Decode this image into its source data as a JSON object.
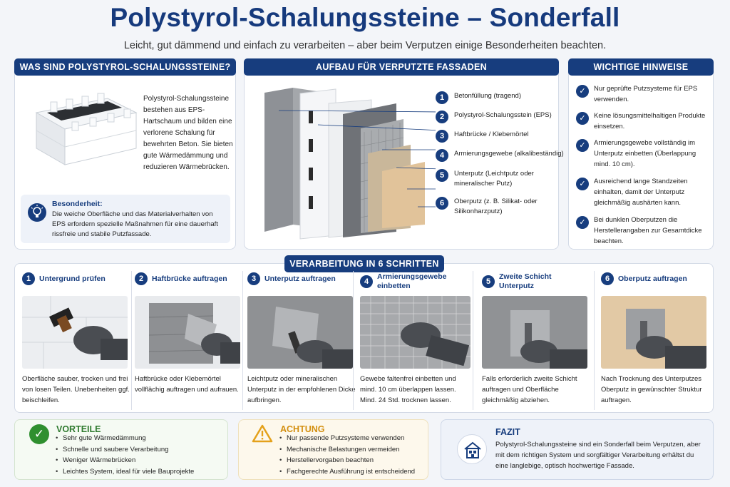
{
  "title": "Polystyrol-Schalungssteine – Sonderfall",
  "subtitle": "Leicht, gut dämmend und einfach zu verarbeiten – aber beim Verputzen einige Besonderheiten beachten.",
  "what": {
    "heading": "WAS SIND POLYSTYROL-SCHALUNGSSTEINE?",
    "text": "Polystyrol-Schalungssteine bestehen aus EPS-Hartschaum und bilden eine verlorene Schalung für bewehrten Beton. Sie bieten gute Wärmedämmung und reduzieren Wärmebrücken.",
    "special_title": "Besonderheit:",
    "special_text": "Die weiche Oberfläche und das Materialverhalten von EPS erfordern spezielle Maßnahmen für eine dauerhaft rissfreie und stabile Putzfassade."
  },
  "build": {
    "heading": "AUFBAU FÜR VERPUTZTE FASSADEN",
    "layers": [
      {
        "n": "1",
        "label": "Betonfüllung (tragend)"
      },
      {
        "n": "2",
        "label": "Polystyrol-Schalungsstein (EPS)"
      },
      {
        "n": "3",
        "label": "Haftbrücke / Klebemörtel"
      },
      {
        "n": "4",
        "label": "Armierungsgewebe (alkalibeständig)"
      },
      {
        "n": "5",
        "label": "Unterputz (Leichtputz oder mineralischer Putz)"
      },
      {
        "n": "6",
        "label": "Oberputz (z. B. Silikat- oder Silikonharzputz)"
      }
    ]
  },
  "notes": {
    "heading": "WICHTIGE HINWEISE",
    "items": [
      "Nur geprüfte Putzsysteme für EPS verwenden.",
      "Keine lösungsmittelhaltigen Produkte einsetzen.",
      "Armierungsgewebe vollständig im Unterputz einbetten (Überlappung mind. 10 cm).",
      "Ausreichend lange Standzeiten einhalten, damit der Unterputz gleichmäßig aushärten kann.",
      "Bei dunklen Oberputzen die Herstellerangaben zur Gesamtdicke beachten."
    ]
  },
  "steps": {
    "heading": "VERARBEITUNG IN 6 SCHRITTEN",
    "items": [
      {
        "n": "1",
        "title": "Untergrund prüfen",
        "text": "Oberfläche sauber, trocken und frei von losen Teilen. Unebenheiten ggf. beischleifen."
      },
      {
        "n": "2",
        "title": "Haftbrücke auftragen",
        "text": "Haftbrücke oder Klebemörtel vollflächig auftragen und aufrauen."
      },
      {
        "n": "3",
        "title": "Unterputz auftragen",
        "text": "Leichtputz oder mineralischen Unterputz in der empfohlenen Dicke aufbringen."
      },
      {
        "n": "4",
        "title": "Armierungsgewebe einbetten",
        "text": "Gewebe faltenfrei einbetten und mind. 10 cm überlappen lassen. Mind. 24 Std. trocknen lassen."
      },
      {
        "n": "5",
        "title": "Zweite Schicht Unterputz",
        "text": "Falls erforderlich zweite Schicht auftragen und Oberfläche gleichmäßig abziehen."
      },
      {
        "n": "6",
        "title": "Oberputz auftragen",
        "text": "Nach Trocknung des Unterputzes Oberputz in gewünschter Struktur auftragen."
      }
    ]
  },
  "pros": {
    "heading": "VORTEILE",
    "items": [
      "Sehr gute Wärmedämmung",
      "Schnelle und saubere Verarbeitung",
      "Weniger Wärmebrücken",
      "Leichtes System, ideal für viele Bauprojekte"
    ]
  },
  "caution": {
    "heading": "ACHTUNG",
    "items": [
      "Nur passende Putzsysteme verwenden",
      "Mechanische Belastungen vermeiden",
      "Herstellervorgaben beachten",
      "Fachgerechte Ausführung ist entscheidend"
    ]
  },
  "conclusion": {
    "heading": "FAZIT",
    "text": "Polystyrol-Schalungssteine sind ein Sonderfall beim Verputzen, aber mit dem richtigen System und sorgfältiger Verarbeitung erhältst du eine langlebige, optisch hochwertige Fassade."
  },
  "colors": {
    "navy": "#173d7e",
    "green": "#2f8f2f",
    "amber": "#e4a11b"
  }
}
